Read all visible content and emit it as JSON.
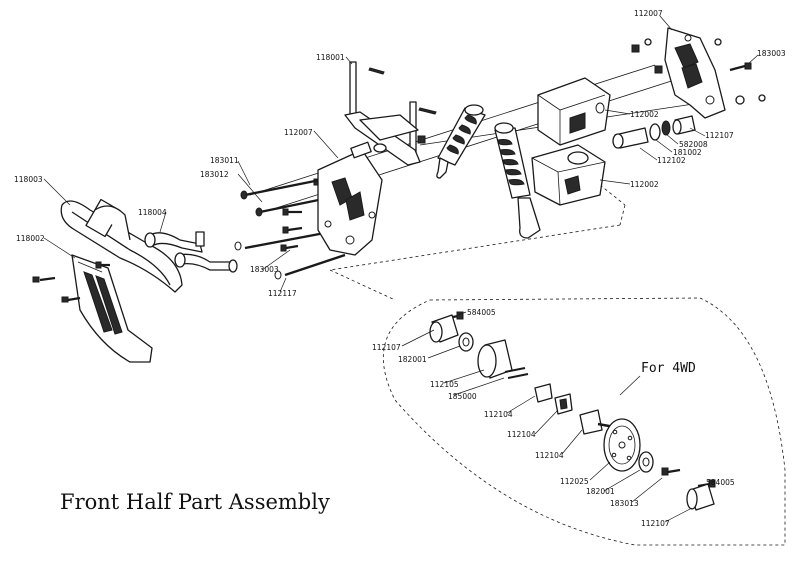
{
  "title": "Front Half Part Assembly",
  "subtitle": "For 4WD",
  "part_labels": [
    "112007",
    "183003",
    "118001",
    "112002",
    "112107",
    "582008",
    "181002",
    "112102",
    "112007",
    "183011",
    "183012",
    "112002",
    "118003",
    "118004",
    "118002",
    "183003",
    "112117",
    "584005",
    "112107",
    "182001",
    "112105",
    "185000",
    "112104",
    "112104",
    "112104",
    "112025",
    "182001",
    "183013",
    "584005",
    "112107"
  ]
}
